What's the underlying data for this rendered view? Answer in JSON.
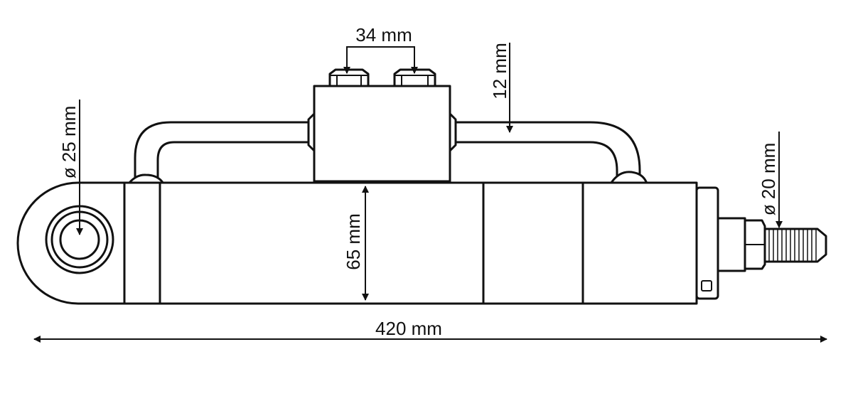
{
  "title": "Hydraulic cylinder dimension drawing",
  "dimensions": {
    "port_spacing": "34 mm",
    "port_size": "12 mm",
    "eye_diameter": "ø 25 mm",
    "rod_thread_diameter": "ø 20 mm",
    "body_height": "65 mm",
    "overall_length": "420 mm"
  }
}
